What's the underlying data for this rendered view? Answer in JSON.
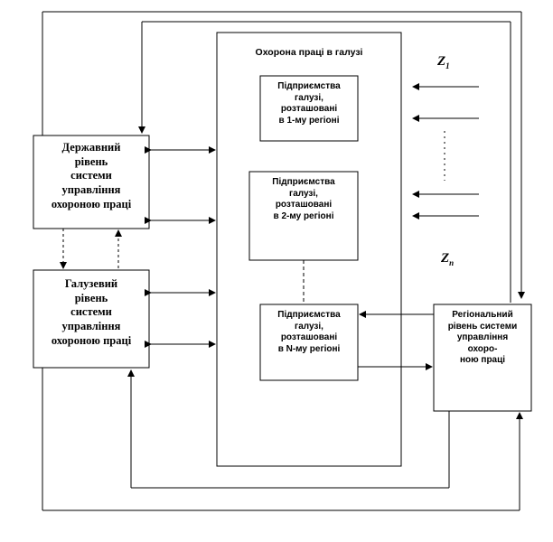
{
  "diagram": {
    "state_level": "Державний\nрівень\nсистеми\nуправління\nохороною праці",
    "industry_level": "Галузевий\nрівень\nсистеми\nуправління\nохороною праці",
    "industry_safety": "Охорона праці в галузі",
    "enterprises_region_1": "Підприємства\nгалузі,\nрозташовані\nв 1-му регіоні",
    "enterprises_region_2": "Підприємства\nгалузі,\nрозташовані\nв 2-му регіоні",
    "enterprises_region_n": "Підприємства\nгалузі,\nрозташовані\nв N-му регіоні",
    "regional_level": "Регіональний\nрівень системи\nуправління\nохоро-\nною праці",
    "z1": {
      "letter": "Z",
      "sub": "1"
    },
    "zn": {
      "letter": "Z",
      "sub": "n"
    }
  }
}
